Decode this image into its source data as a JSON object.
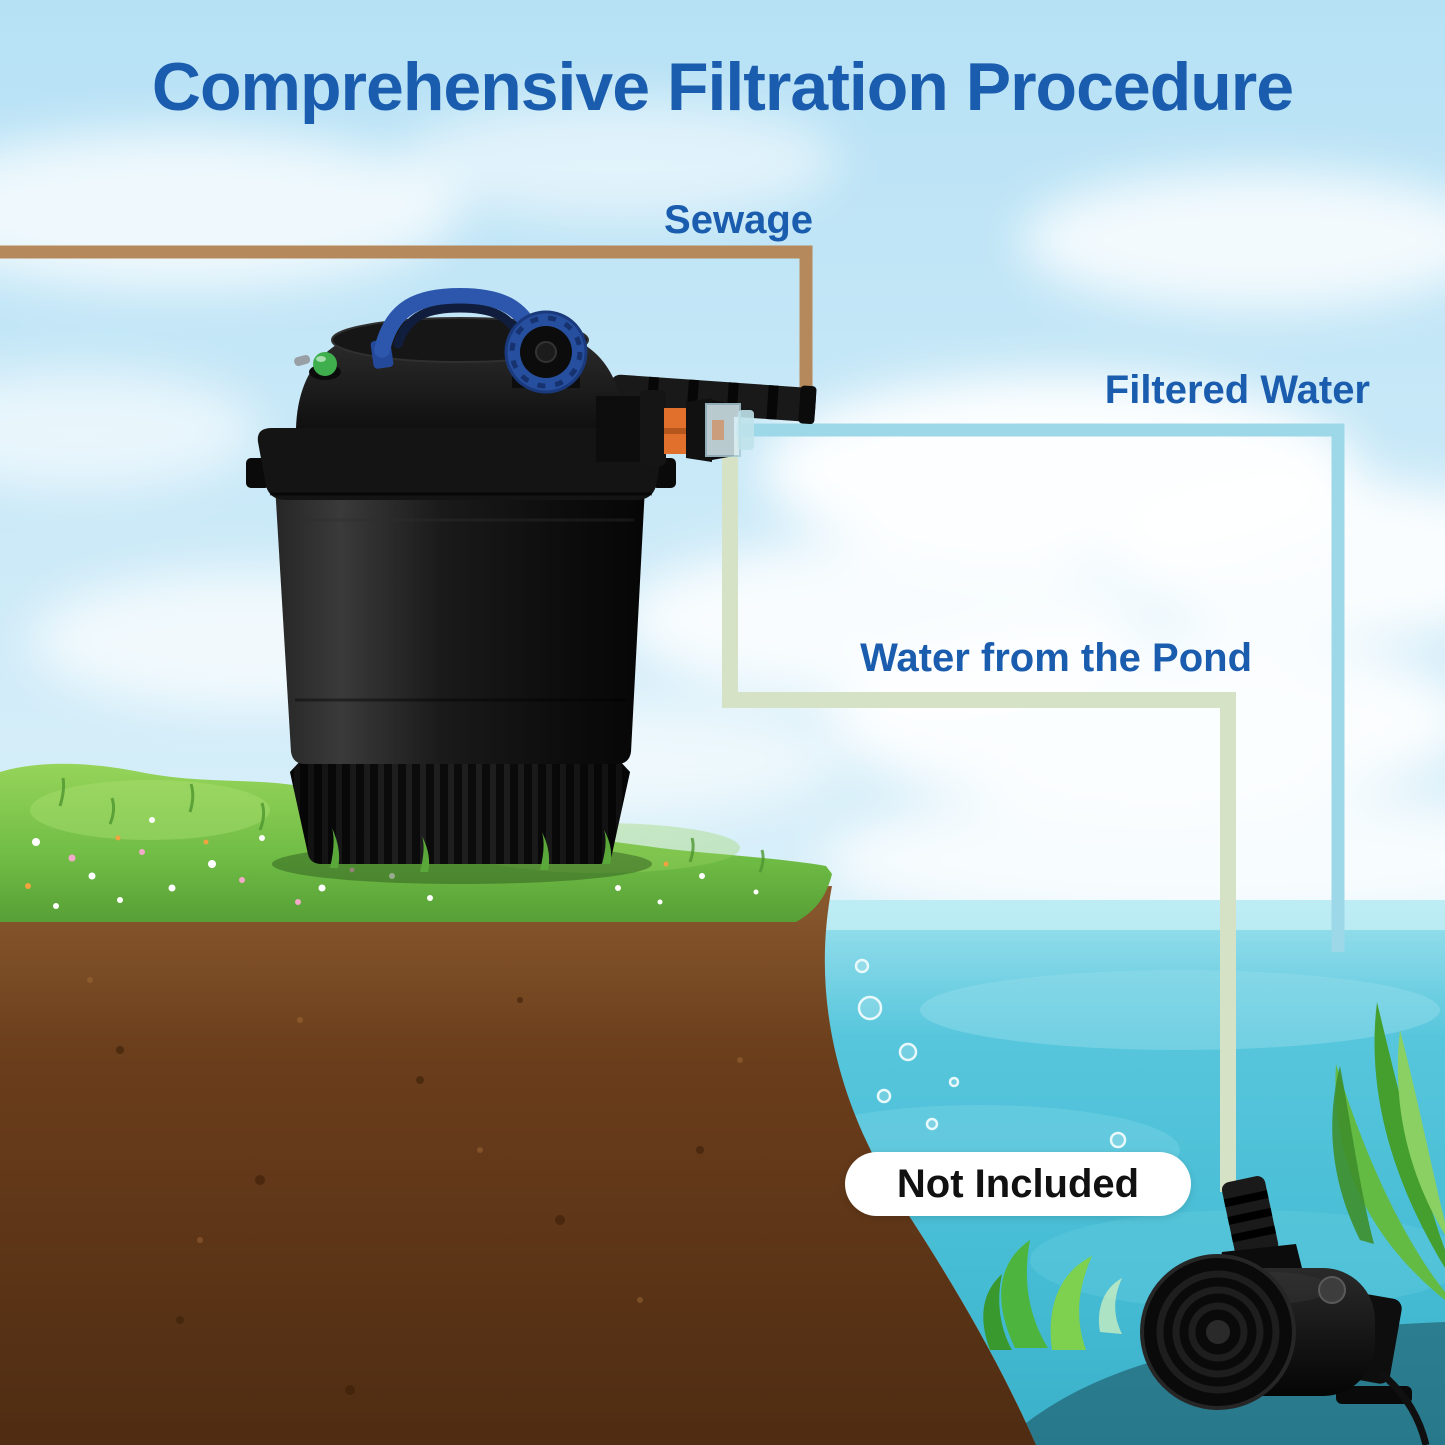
{
  "title": "Comprehensive Filtration Procedure",
  "labels": {
    "sewage": "Sewage",
    "filtered_water": "Filtered Water",
    "water_from_pond": "Water from the Pond",
    "not_included": "Not Included"
  },
  "pipes": {
    "sewage": {
      "color": "#b5895c"
    },
    "filtered_water": {
      "color": "#9dd8e9"
    },
    "water_from_pond": {
      "color": "#d6e2c6"
    }
  },
  "colors": {
    "heading_text": "#1a5cad",
    "annotation_text": "#1a5cad",
    "sky": "#c7e8f7",
    "pond_water": "#4cc0d8",
    "soil": "#6b3e1c",
    "grass": "#76c04a"
  }
}
